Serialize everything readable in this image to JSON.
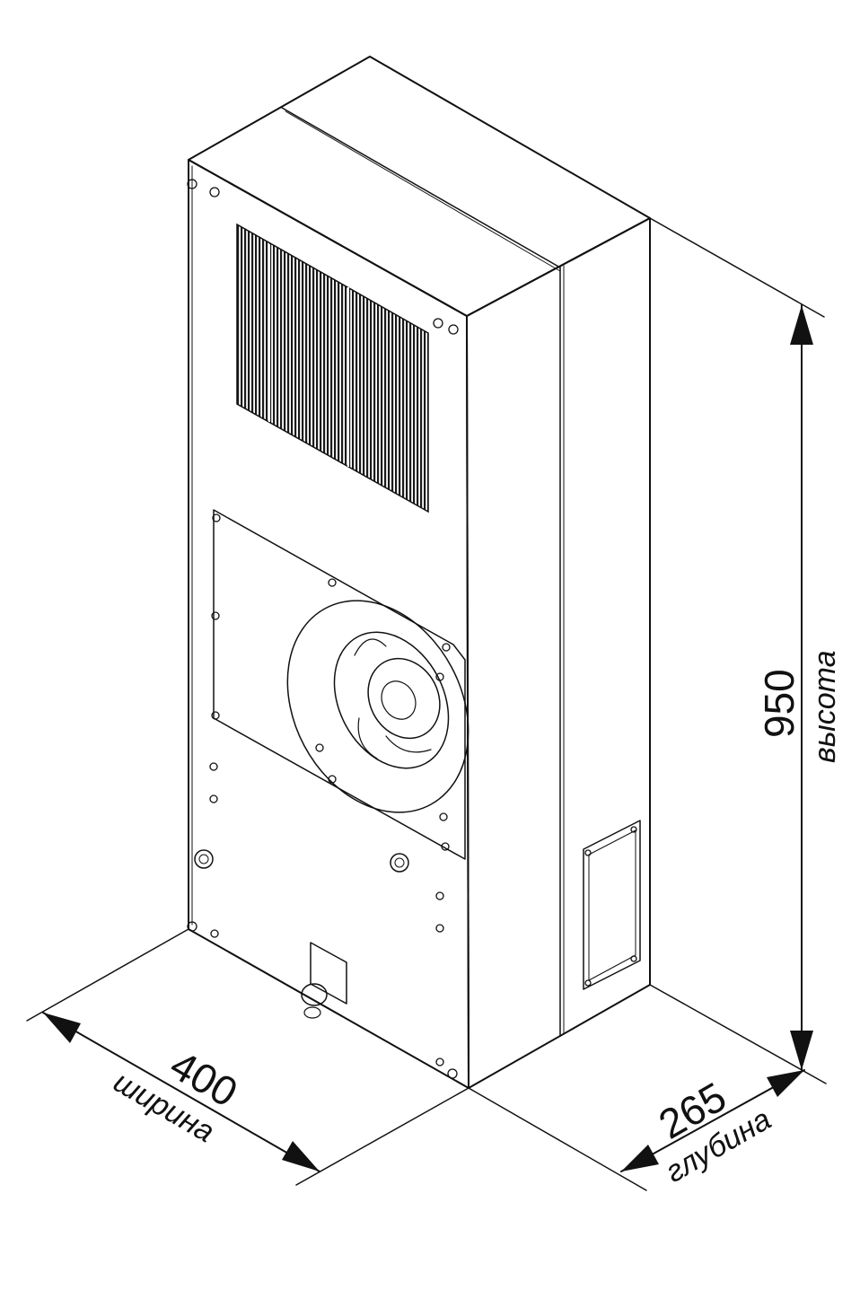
{
  "dimensions": {
    "width": {
      "value": "400",
      "label": "ширина"
    },
    "depth": {
      "value": "265",
      "label": "глубина"
    },
    "height": {
      "value": "950",
      "label": "высота"
    }
  },
  "colors": {
    "line": "#111111",
    "grille": "#1a1a1a",
    "background": "#ffffff"
  }
}
